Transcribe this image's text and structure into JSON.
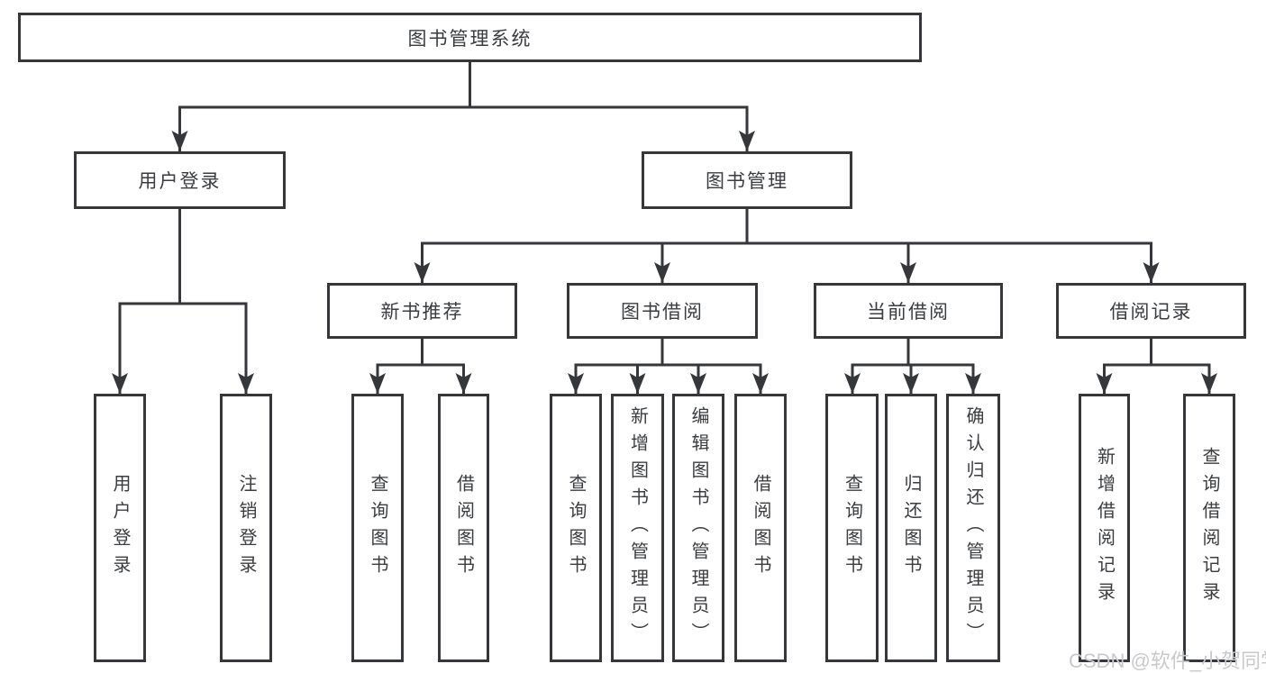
{
  "tree": {
    "label": "图书管理系统",
    "children": [
      {
        "label": "用户登录",
        "children": [
          {
            "label": "用户登录"
          },
          {
            "label": "注销登录"
          }
        ]
      },
      {
        "label": "图书管理",
        "children": [
          {
            "label": "新书推荐",
            "children": [
              {
                "label": "查询图书"
              },
              {
                "label": "借阅图书"
              }
            ]
          },
          {
            "label": "图书借阅",
            "children": [
              {
                "label": "查询图书"
              },
              {
                "label": "新增图书（管理员）"
              },
              {
                "label": "编辑图书（管理员）"
              },
              {
                "label": "借阅图书"
              }
            ]
          },
          {
            "label": "当前借阅",
            "children": [
              {
                "label": "查询图书"
              },
              {
                "label": "归还图书"
              },
              {
                "label": "确认归还（管理员）"
              }
            ]
          },
          {
            "label": "借阅记录",
            "children": [
              {
                "label": "新增借阅记录"
              },
              {
                "label": "查询借阅记录"
              }
            ]
          }
        ]
      }
    ]
  },
  "watermark": {
    "text": "CSDN @软件_小贺同学"
  },
  "colors": {
    "line": "#35373a",
    "text": "#3a3c3f",
    "background": "#ffffff",
    "watermark": "#c8c9cb"
  }
}
